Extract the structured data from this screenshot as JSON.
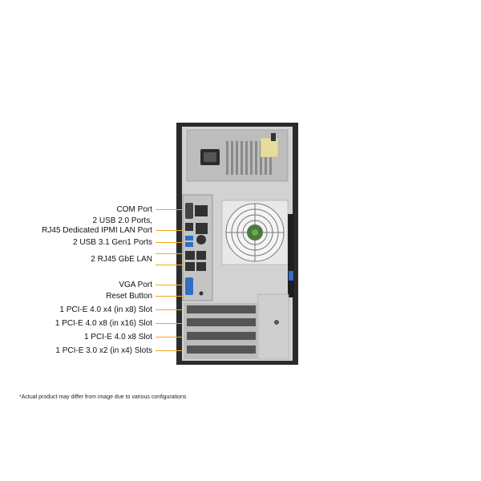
{
  "callouts": {
    "com_port": "COM Port",
    "usb2_line1": "2 USB 2.0 Ports,",
    "usb2_line2": "RJ45 Dedicated IPMI LAN Port",
    "usb31": "2 USB 3.1 Gen1 Ports",
    "rj45_lan": "2 RJ45 GbE LAN",
    "vga": "VGA Port",
    "reset": "Reset Button",
    "pcie_x4": "1 PCI-E 4.0 x4 (in x8) Slot",
    "pcie_x8_x16": "1 PCI-E 4.0 x8 (in x16) Slot",
    "pcie_x8": "1 PCI-E 4.0 x8 Slot",
    "pcie_30": "1 PCI-E 3.0 x2 (in x4) Slots"
  },
  "footnote": "*Actual product may differ from image due to various configurations",
  "colors": {
    "leader": "#f2a81d",
    "usb3_blue": "#2f6fc4",
    "chassis": "#2b2b2b",
    "panel": "#c9c9c9"
  }
}
